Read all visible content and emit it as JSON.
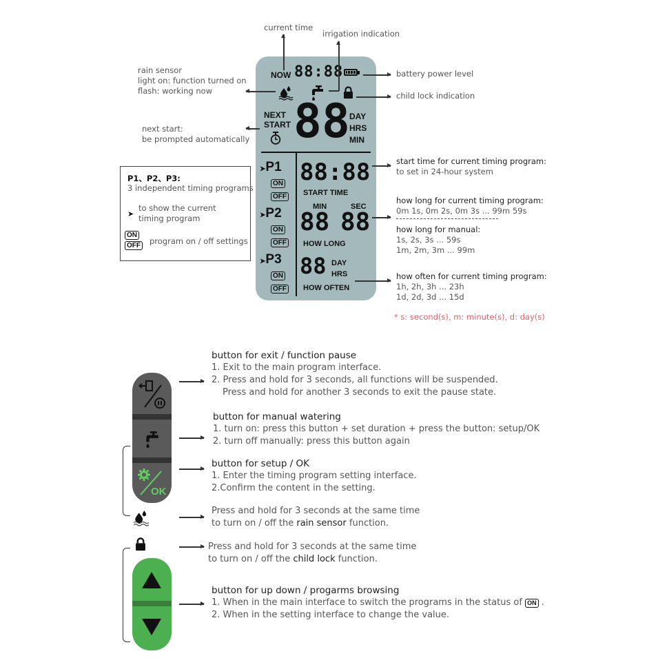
{
  "lcd": {
    "now_label": "NOW",
    "now_time": "88:88",
    "next_label_1": "NEXT",
    "next_label_2": "START",
    "next_digits": "88",
    "unit_day": "DAY",
    "unit_hrs": "HRS",
    "unit_min": "MIN",
    "programs": [
      {
        "label": "P1",
        "on": "ON",
        "off": "OFF"
      },
      {
        "label": "P2",
        "on": "ON",
        "off": "OFF"
      },
      {
        "label": "P3",
        "on": "ON",
        "off": "OFF"
      }
    ],
    "start_time_digits": "88:88",
    "start_time_label": "START TIME",
    "how_long_min_label": "MIN",
    "how_long_sec_label": "SEC",
    "how_long_digits_min": "88",
    "how_long_digits_sec": "88",
    "how_long_label": "HOW LONG",
    "how_often_digits": "88",
    "how_often_day": "DAY",
    "how_often_hrs": "HRS",
    "how_often_label": "HOW OFTEN",
    "bg_color": "#a3b9bb"
  },
  "annotations": {
    "current_time": "current time",
    "irrigation": "irrigation indication",
    "rain_sensor": [
      "rain sensor",
      "light on: function turned on",
      "flash: working now"
    ],
    "battery": "battery power level",
    "child_lock": "child lock indication",
    "next_start": [
      "next start:",
      "be prompted automatically"
    ],
    "start_time": [
      "start time for current timing program:",
      "to set in 24-hour system"
    ],
    "how_long_program": [
      "how long for current timing program:",
      "0m 1s, 0m 2s, 0m 3s ... 99m 59s"
    ],
    "how_long_manual": [
      "how long for manual:",
      "1s, 2s, 3s ... 59s",
      "1m, 2m, 3m ... 99m"
    ],
    "how_often": [
      "how often for current timing program:",
      "1h, 2h, 3h ... 23h",
      "1d, 2d, 3d ... 15d"
    ],
    "units_note": "* s: second(s),   m: minute(s),  d: day(s)",
    "units_note_color": "#e0606a"
  },
  "legend_box": {
    "title": "P1、P2、P3:",
    "subtitle": "3 independent timing programs",
    "arrow_text": [
      "to show the current",
      "timing program"
    ],
    "on_label": "ON",
    "off_label": "OFF",
    "onoff_text": "program on / off settings"
  },
  "buttons": {
    "exit_pause": {
      "title": "button for exit / function pause",
      "lines": [
        "1. Exit to the main program interface.",
        "2. Press and hold for 3 seconds, all functions will be suspended.",
        "   Press and hold for another 3 seconds to exit the pause state."
      ]
    },
    "manual": {
      "title": "button for manual watering",
      "lines": [
        "1. turn on: press this button + set duration + press the button: setup/OK",
        "2. turn off manually: press this button again"
      ]
    },
    "setup_ok": {
      "title": "button for setup / OK",
      "ok_label": "OK",
      "lines": [
        "1. Enter the timing program setting interface.",
        "2.Confirm the content in the setting."
      ]
    },
    "rain_combo": {
      "line1": "Press and hold for 3 seconds at the same time",
      "line2_pre": "to turn on / off the ",
      "line2_bold": "rain sensor",
      "line2_post": " function."
    },
    "lock_combo": {
      "line1": "Press and hold for 3 seconds at the same time",
      "line2_pre": "to turn on / off the ",
      "line2_bold": "child lock",
      "line2_post": " function."
    },
    "updown": {
      "title": "button for up down / progarms browsing",
      "line1": "1. When in the main interface to switch the programs in the status of",
      "line1_badge": "ON",
      "line1_end": " .",
      "line2": "2. When in the setting interface to change the value."
    },
    "panel_color": "#5a5a5a",
    "accent_green": "#4caf50",
    "icon_green": "#5fd05f"
  }
}
